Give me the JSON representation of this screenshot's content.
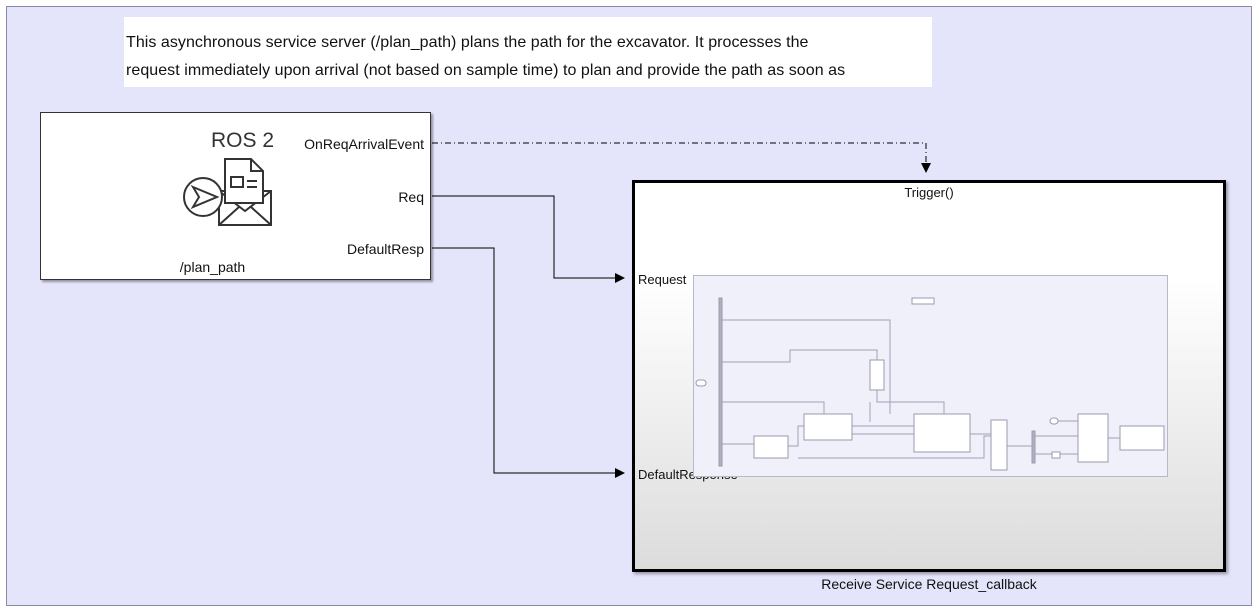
{
  "annotation": {
    "line1": "This asynchronous service server (/plan_path) plans the path for the excavator. It processes the",
    "line2": "request immediately upon arrival (not based on sample time) to plan and provide the path as soon as"
  },
  "service_block": {
    "title": "ROS 2",
    "name": "/plan_path",
    "icon": "ros-service-server-icon",
    "outputs": [
      "OnReqArrivalEvent",
      "Req",
      "DefaultResp"
    ]
  },
  "subsystem": {
    "trigger_label": "Trigger()",
    "inputs": [
      "Request",
      "DefaultResponse"
    ],
    "name": "Receive Service Request_callback"
  },
  "colors": {
    "canvas": "#e4e4fa",
    "preview": "#f0f0fb",
    "wire": "#000000"
  }
}
